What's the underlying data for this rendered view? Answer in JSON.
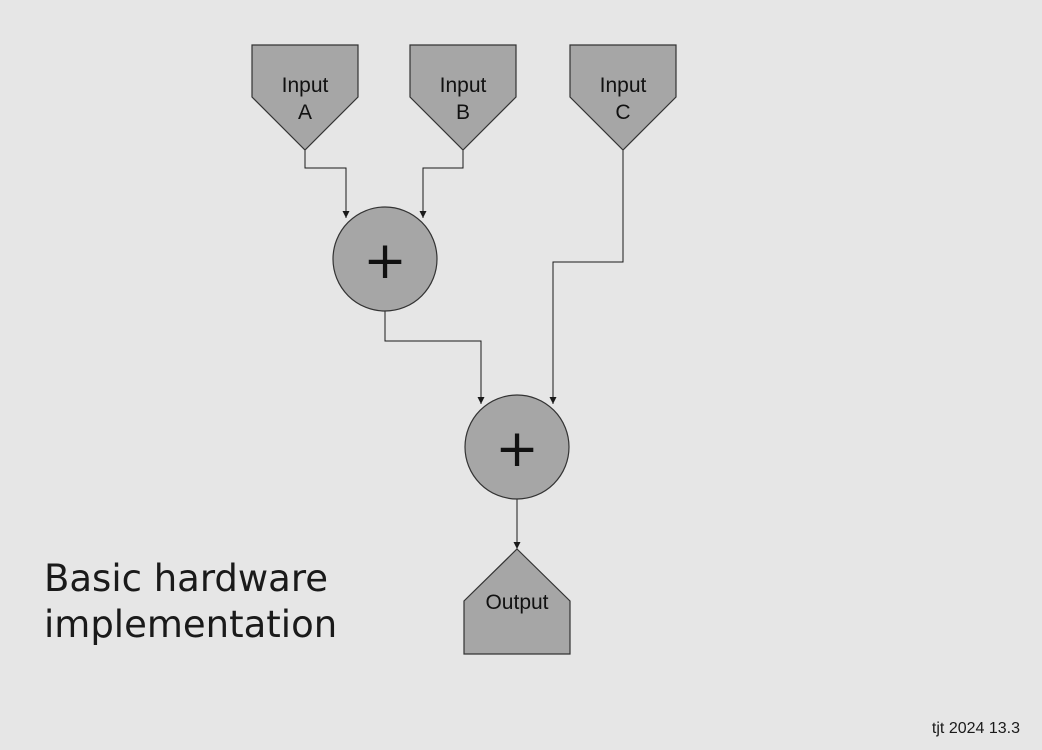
{
  "diagram": {
    "inputs": [
      {
        "line1": "Input",
        "line2": "A"
      },
      {
        "line1": "Input",
        "line2": "B"
      },
      {
        "line1": "Input",
        "line2": "C"
      }
    ],
    "adders": [
      {
        "symbol": "+"
      },
      {
        "symbol": "+"
      }
    ],
    "output": {
      "label": "Output"
    },
    "colors": {
      "background": "#e6e6e6",
      "block_fill": "#a6a6a6",
      "block_stroke": "#333333",
      "wire": "#1a1a1a"
    }
  },
  "caption": {
    "line1": "Basic hardware",
    "line2": "implementation"
  },
  "footer": {
    "text": "tjt 2024 13.3"
  }
}
